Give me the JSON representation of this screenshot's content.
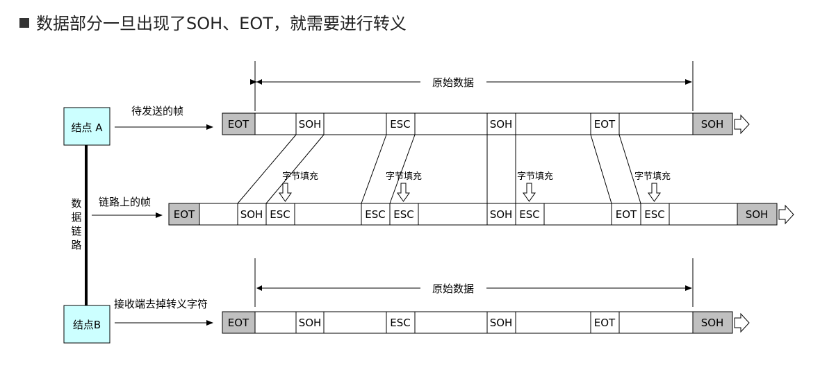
{
  "heading": "数据部分一旦出现了SOH、EOT，就需要进行转义",
  "original_data_label": "原始数据",
  "node_a": "结点 A",
  "node_b": "结点B",
  "link_label_chars": [
    "数",
    "据",
    "链",
    "路"
  ],
  "frame_to_send_label": "待发送的帧",
  "link_frame_label": "链路上的帧",
  "receiver_label": "接收端去掉转义字符",
  "byte_stuffing_label": "字节填充",
  "colors": {
    "node_fill": "#ccffff",
    "control_fill": "#c0c0c0",
    "line": "#000000"
  },
  "frames": {
    "top": [
      "EOT",
      "SOH",
      "ESC",
      "SOH",
      "EOT",
      "SOH"
    ],
    "middle": [
      "EOT",
      "SOH",
      "ESC",
      "ESC",
      "ESC",
      "SOH",
      "ESC",
      "EOT",
      "ESC",
      "SOH"
    ],
    "bottom": [
      "EOT",
      "SOH",
      "ESC",
      "SOH",
      "EOT",
      "SOH"
    ]
  }
}
